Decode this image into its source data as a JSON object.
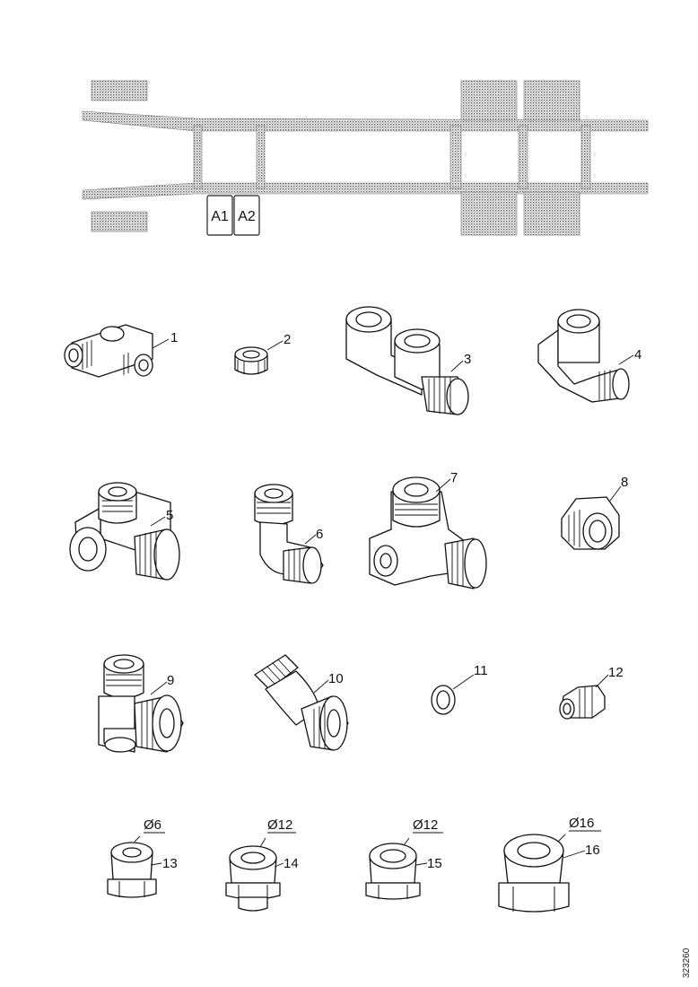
{
  "chassis": {
    "tags": [
      "A1",
      "A2"
    ]
  },
  "parts": [
    {
      "number": "1"
    },
    {
      "number": "2"
    },
    {
      "number": "3"
    },
    {
      "number": "4"
    },
    {
      "number": "5"
    },
    {
      "number": "6"
    },
    {
      "number": "7"
    },
    {
      "number": "8"
    },
    {
      "number": "9"
    },
    {
      "number": "10"
    },
    {
      "number": "11"
    },
    {
      "number": "12"
    },
    {
      "number": "13",
      "diameter": "Ø6"
    },
    {
      "number": "14",
      "diameter": "Ø12"
    },
    {
      "number": "15",
      "diameter": "Ø12"
    },
    {
      "number": "16",
      "diameter": "Ø16"
    }
  ],
  "document_id": "323260"
}
